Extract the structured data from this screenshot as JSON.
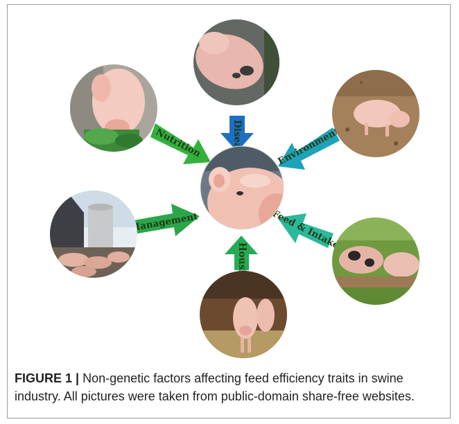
{
  "factors": {
    "disease": "Disease",
    "environment": "Environment",
    "nutrition": "Nutrition",
    "management": "Management",
    "feed_intake": "Feed & Intake",
    "housing": "Housing"
  },
  "caption": {
    "label": "FIGURE 1 |",
    "text": " Non-genetic factors affecting feed efficiency traits in swine industry. All pictures were taken from public-domain share-free websites."
  },
  "colors": {
    "disease_arrow": "#1d6fc4",
    "environment_arrow": "#1ea3b8",
    "nutrition_arrow": "#34b13c",
    "management_arrow": "#2ba64a",
    "feed_intake_arrow": "#2cb89a",
    "housing_arrow": "#25ac55",
    "pig_skin": "#f2c4b6"
  }
}
